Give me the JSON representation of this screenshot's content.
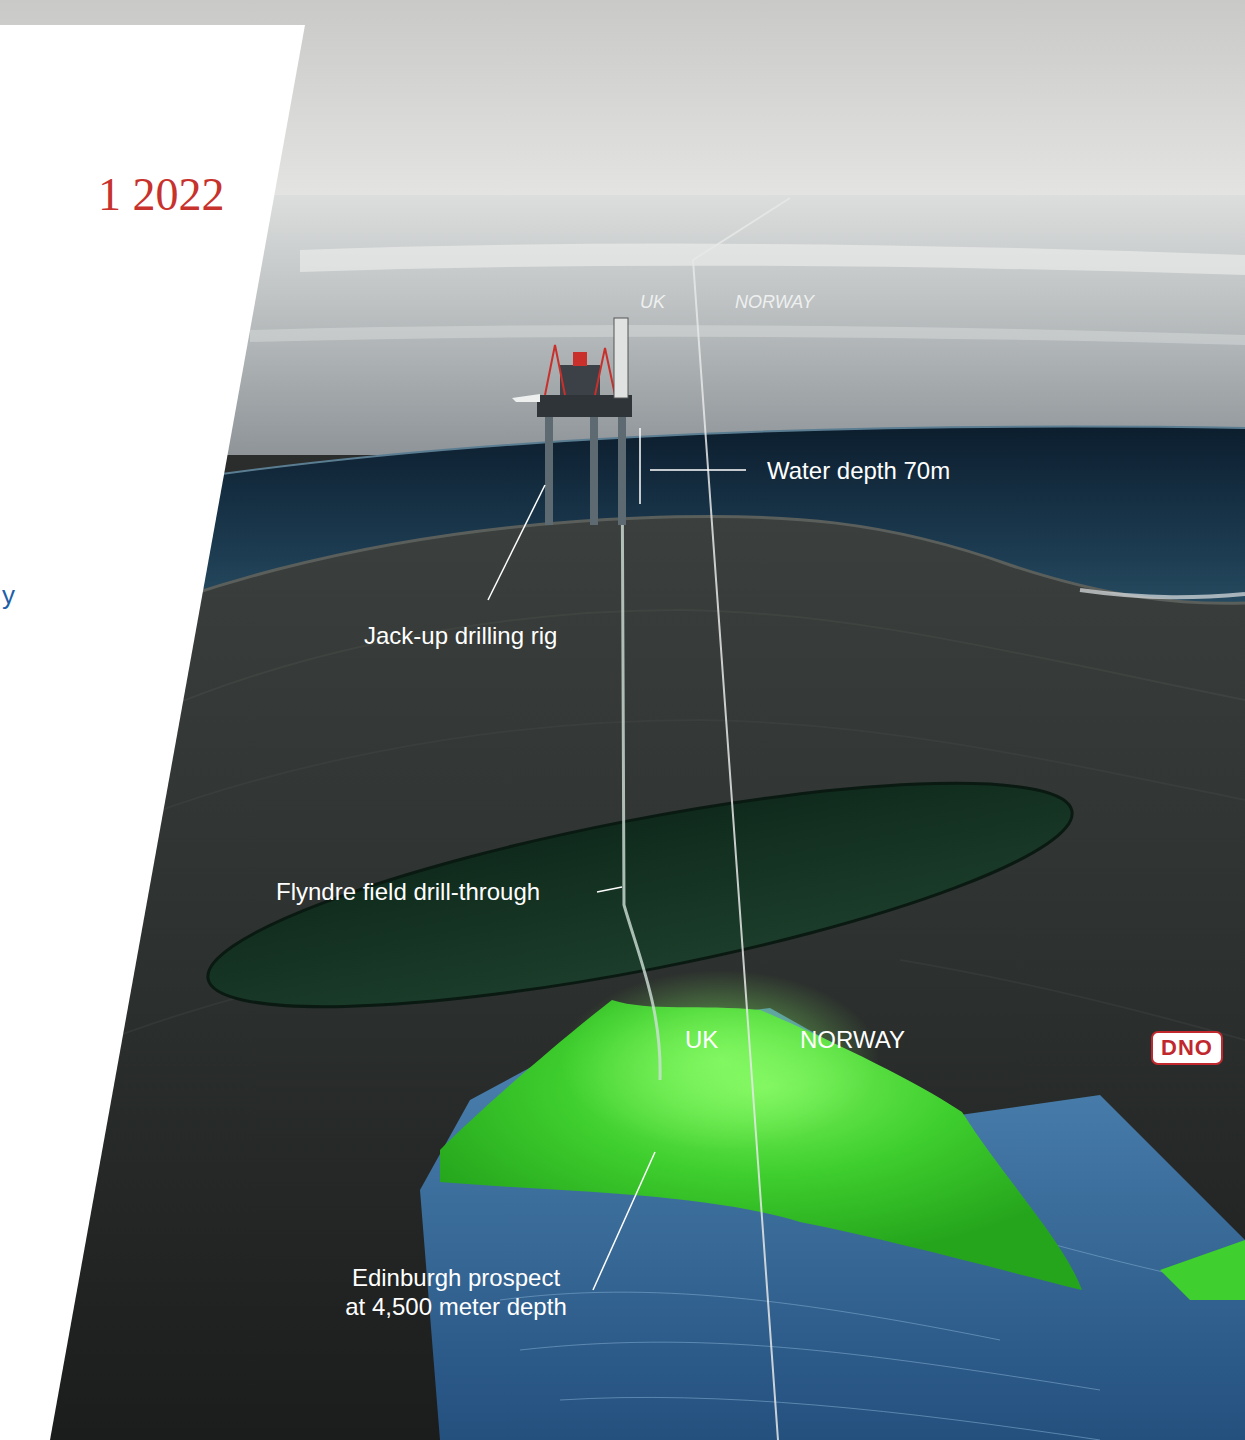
{
  "diagram": {
    "title": "1 2022",
    "nodes": [
      {
        "text": [
          "DNO"
        ]
      }
    ],
    "labels": [
      "y",
      "UK",
      "NORWAY",
      "Water depth 70m",
      "Jack-up drilling rig",
      "Flyndre field drill-through",
      "Edinburgh prospect at 4,500 meter depth",
      "UK",
      "NORWAY"
    ]
  }
}
